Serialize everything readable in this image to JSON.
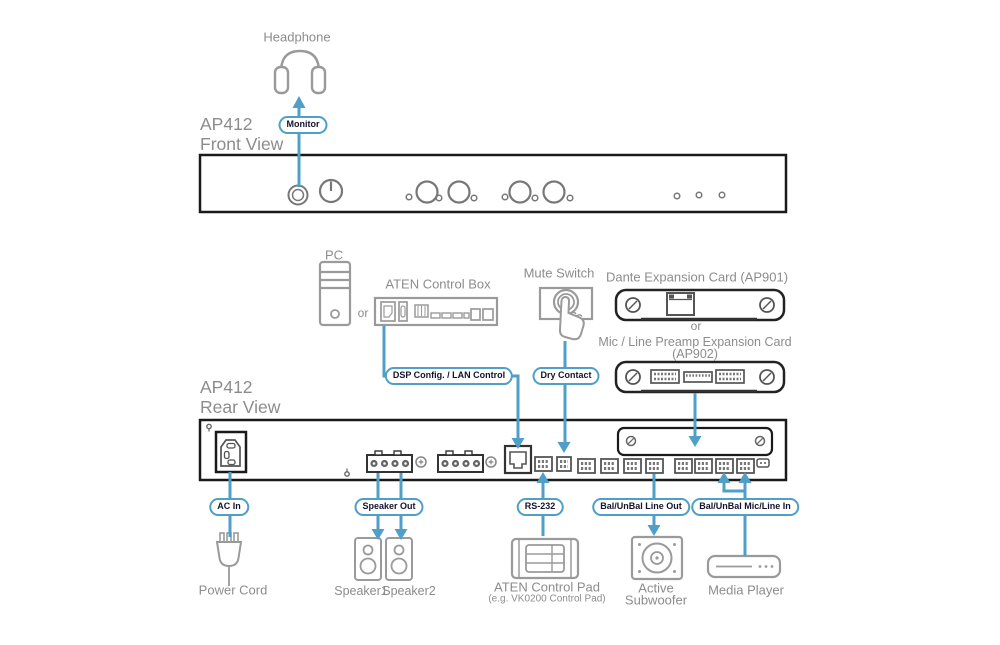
{
  "colors": {
    "accent_blue": "#4f9fc7",
    "label_gray": "#8c8c8c",
    "outline_black": "#1a1a1a",
    "device_gray": "#9a9a9a"
  },
  "titles": {
    "front": {
      "model": "AP412",
      "view": "Front View"
    },
    "rear": {
      "model": "AP412",
      "view": "Rear View"
    }
  },
  "devices": {
    "headphone": "Headphone",
    "pc": "PC",
    "or_pc": "or",
    "control_box": "ATEN Control Box",
    "mute_switch": "Mute Switch",
    "dante_card": "Dante Expansion Card (AP901)",
    "or_cards": "or",
    "preamp_card_line1": "Mic / Line Preamp Expansion Card",
    "preamp_card_line2": "(AP902)",
    "power_cord": "Power Cord",
    "speaker1": "Speaker1",
    "speaker2": "Speaker2",
    "control_pad": "ATEN Control Pad",
    "control_pad_example": "(e.g. VK0200 Control Pad)",
    "subwoofer_line1": "Active",
    "subwoofer_line2": "Subwoofer",
    "media_player": "Media Player"
  },
  "connections": {
    "monitor": "Monitor",
    "dsp_lan": "DSP Config. / LAN Control",
    "dry_contact": "Dry Contact",
    "ac_in": "AC In",
    "speaker_out": "Speaker Out",
    "rs232": "RS-232",
    "line_out": "Bal/UnBal Line Out",
    "mic_line_in": "Bal/UnBal Mic/Line In"
  }
}
